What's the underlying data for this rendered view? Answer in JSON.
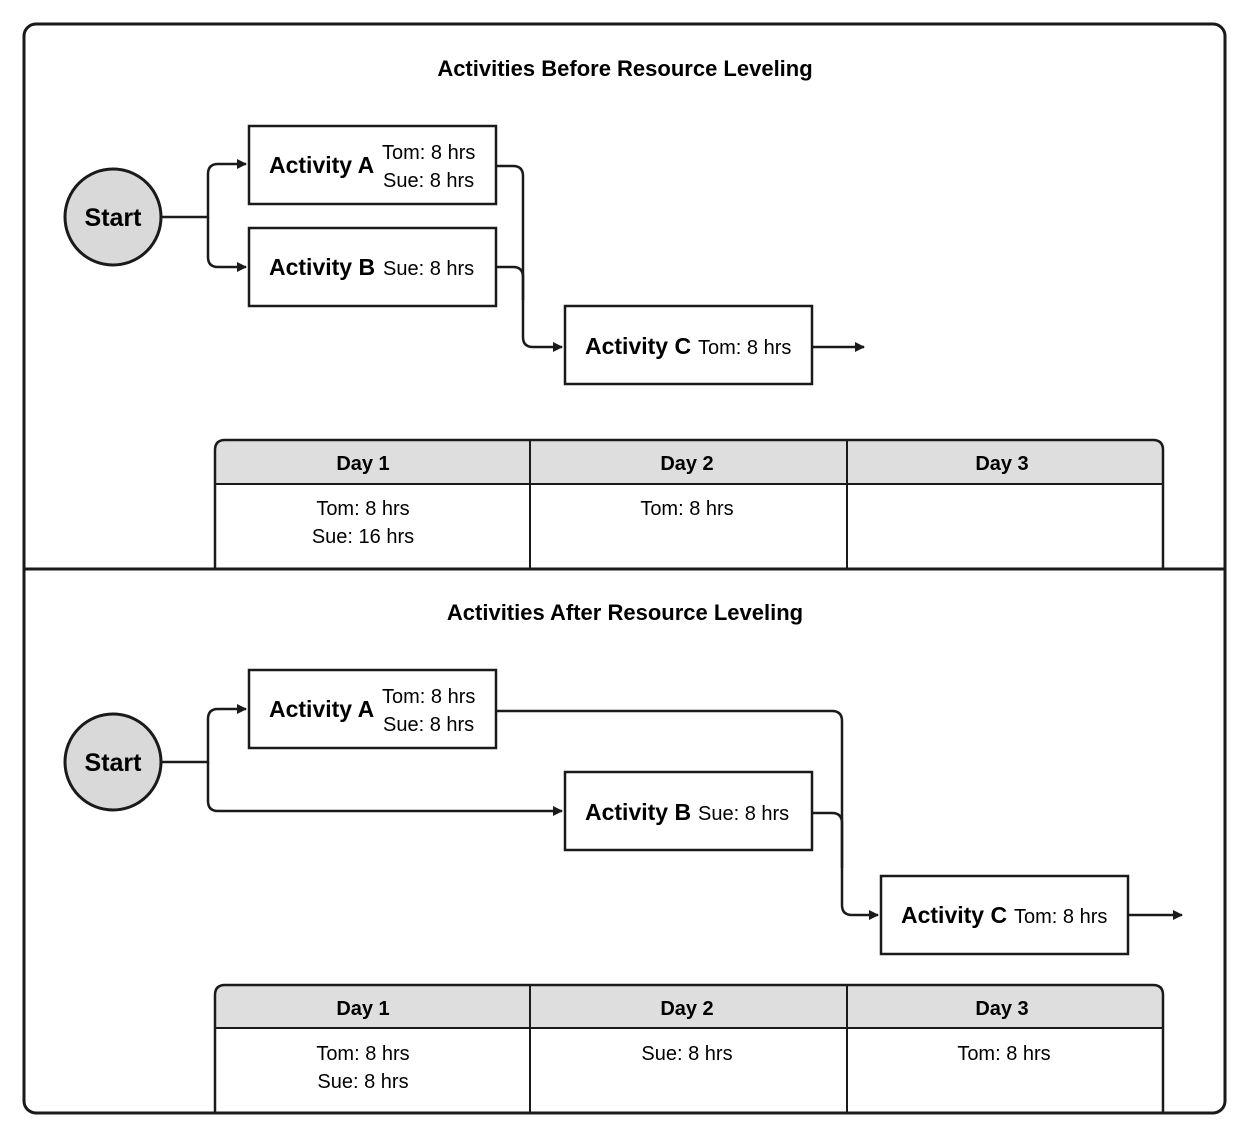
{
  "panels": [
    {
      "title": "Activities Before Resource Leveling",
      "start_label": "Start",
      "activities": [
        {
          "name": "Activity A",
          "resources": [
            "Tom: 8 hrs",
            "Sue: 8 hrs"
          ]
        },
        {
          "name": "Activity B",
          "resources": [
            "Sue: 8 hrs"
          ]
        },
        {
          "name": "Activity C",
          "resources": [
            "Tom: 8 hrs"
          ]
        }
      ],
      "table": {
        "headers": [
          "Day 1",
          "Day 2",
          "Day 3"
        ],
        "cells": [
          [
            "Tom: 8 hrs",
            "Sue: 16 hrs"
          ],
          [
            "Tom: 8 hrs"
          ],
          []
        ]
      }
    },
    {
      "title": "Activities After Resource Leveling",
      "start_label": "Start",
      "activities": [
        {
          "name": "Activity A",
          "resources": [
            "Tom: 8 hrs",
            "Sue: 8 hrs"
          ]
        },
        {
          "name": "Activity B",
          "resources": [
            "Sue: 8 hrs"
          ]
        },
        {
          "name": "Activity C",
          "resources": [
            "Tom: 8 hrs"
          ]
        }
      ],
      "table": {
        "headers": [
          "Day 1",
          "Day 2",
          "Day 3"
        ],
        "cells": [
          [
            "Tom: 8 hrs",
            "Sue: 8 hrs"
          ],
          [
            "Sue: 8 hrs"
          ],
          [
            "Tom: 8 hrs"
          ]
        ]
      }
    }
  ],
  "colors": {
    "node_fill": "#d9d9d9",
    "header_fill": "#dedede",
    "line": "#1a1a1a"
  }
}
